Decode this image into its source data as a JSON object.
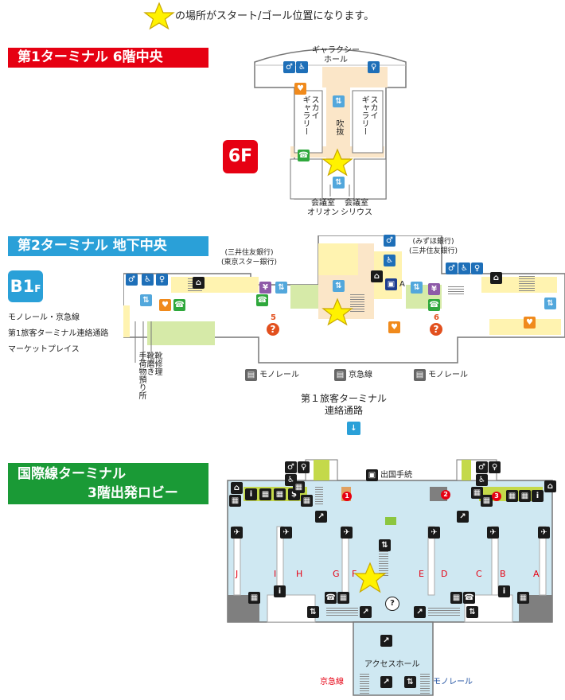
{
  "header": {
    "note": "の場所がスタート/ゴール位置になります。"
  },
  "colors": {
    "red": "#e60012",
    "blue": "#2aa0d8",
    "green": "#1a9a36",
    "star": "#fff200",
    "floor_beige": "#fbe6c8",
    "floor_yellow": "#fff3b0",
    "floor_green": "#d6eaa8",
    "floor_lightblue": "#cfe8f2"
  },
  "terminal1": {
    "title": "第1ターミナル 6階中央",
    "floor": "6F",
    "galaxy_hall": "ギャラクシー\nホール",
    "sky_gallery_left": "スカイ\nギャラリー",
    "sky_gallery_right": "スカイ\nギャラリー",
    "atrium": "吹抜",
    "meeting_orion": "会議室\nオリオン",
    "meeting_sirius": "会議室\nシリウス"
  },
  "terminal2": {
    "title": "第2ターミナル 地下中央",
    "floor": "B1",
    "floor_suffix": "F",
    "bank_left": "(三井住友銀行)\n(東京スター銀行)",
    "bank_right": "(みずほ銀行)\n(三井住友銀行)",
    "info_5": "5",
    "info_6": "6",
    "atm_a": "A",
    "desc_line1": "モノレール・京急線",
    "desc_line2": "第1旅客ターミナル連絡通路",
    "desc_line3": "マーケットプレイス",
    "luggage": "手荷物預り所",
    "shoe_repair": "靴修理",
    "shoe_shine": "靴磨き",
    "monorail_left": "モノレール",
    "keikyu": "京急線",
    "monorail_right": "モノレール",
    "connector": "第１旅客ターミナル\n連絡通路"
  },
  "international": {
    "title_line1": "国際線ターミナル",
    "title_line2": "3階出発ロビー",
    "immigration": "出国手続",
    "counters": [
      "J",
      "I",
      "H",
      "G",
      "F",
      "E",
      "D",
      "C",
      "B",
      "A"
    ],
    "circle_1": "1",
    "circle_2": "2",
    "circle_3": "3",
    "access_hall": "アクセスホール",
    "keikyu": "京急線",
    "monorail": "モノレール"
  }
}
